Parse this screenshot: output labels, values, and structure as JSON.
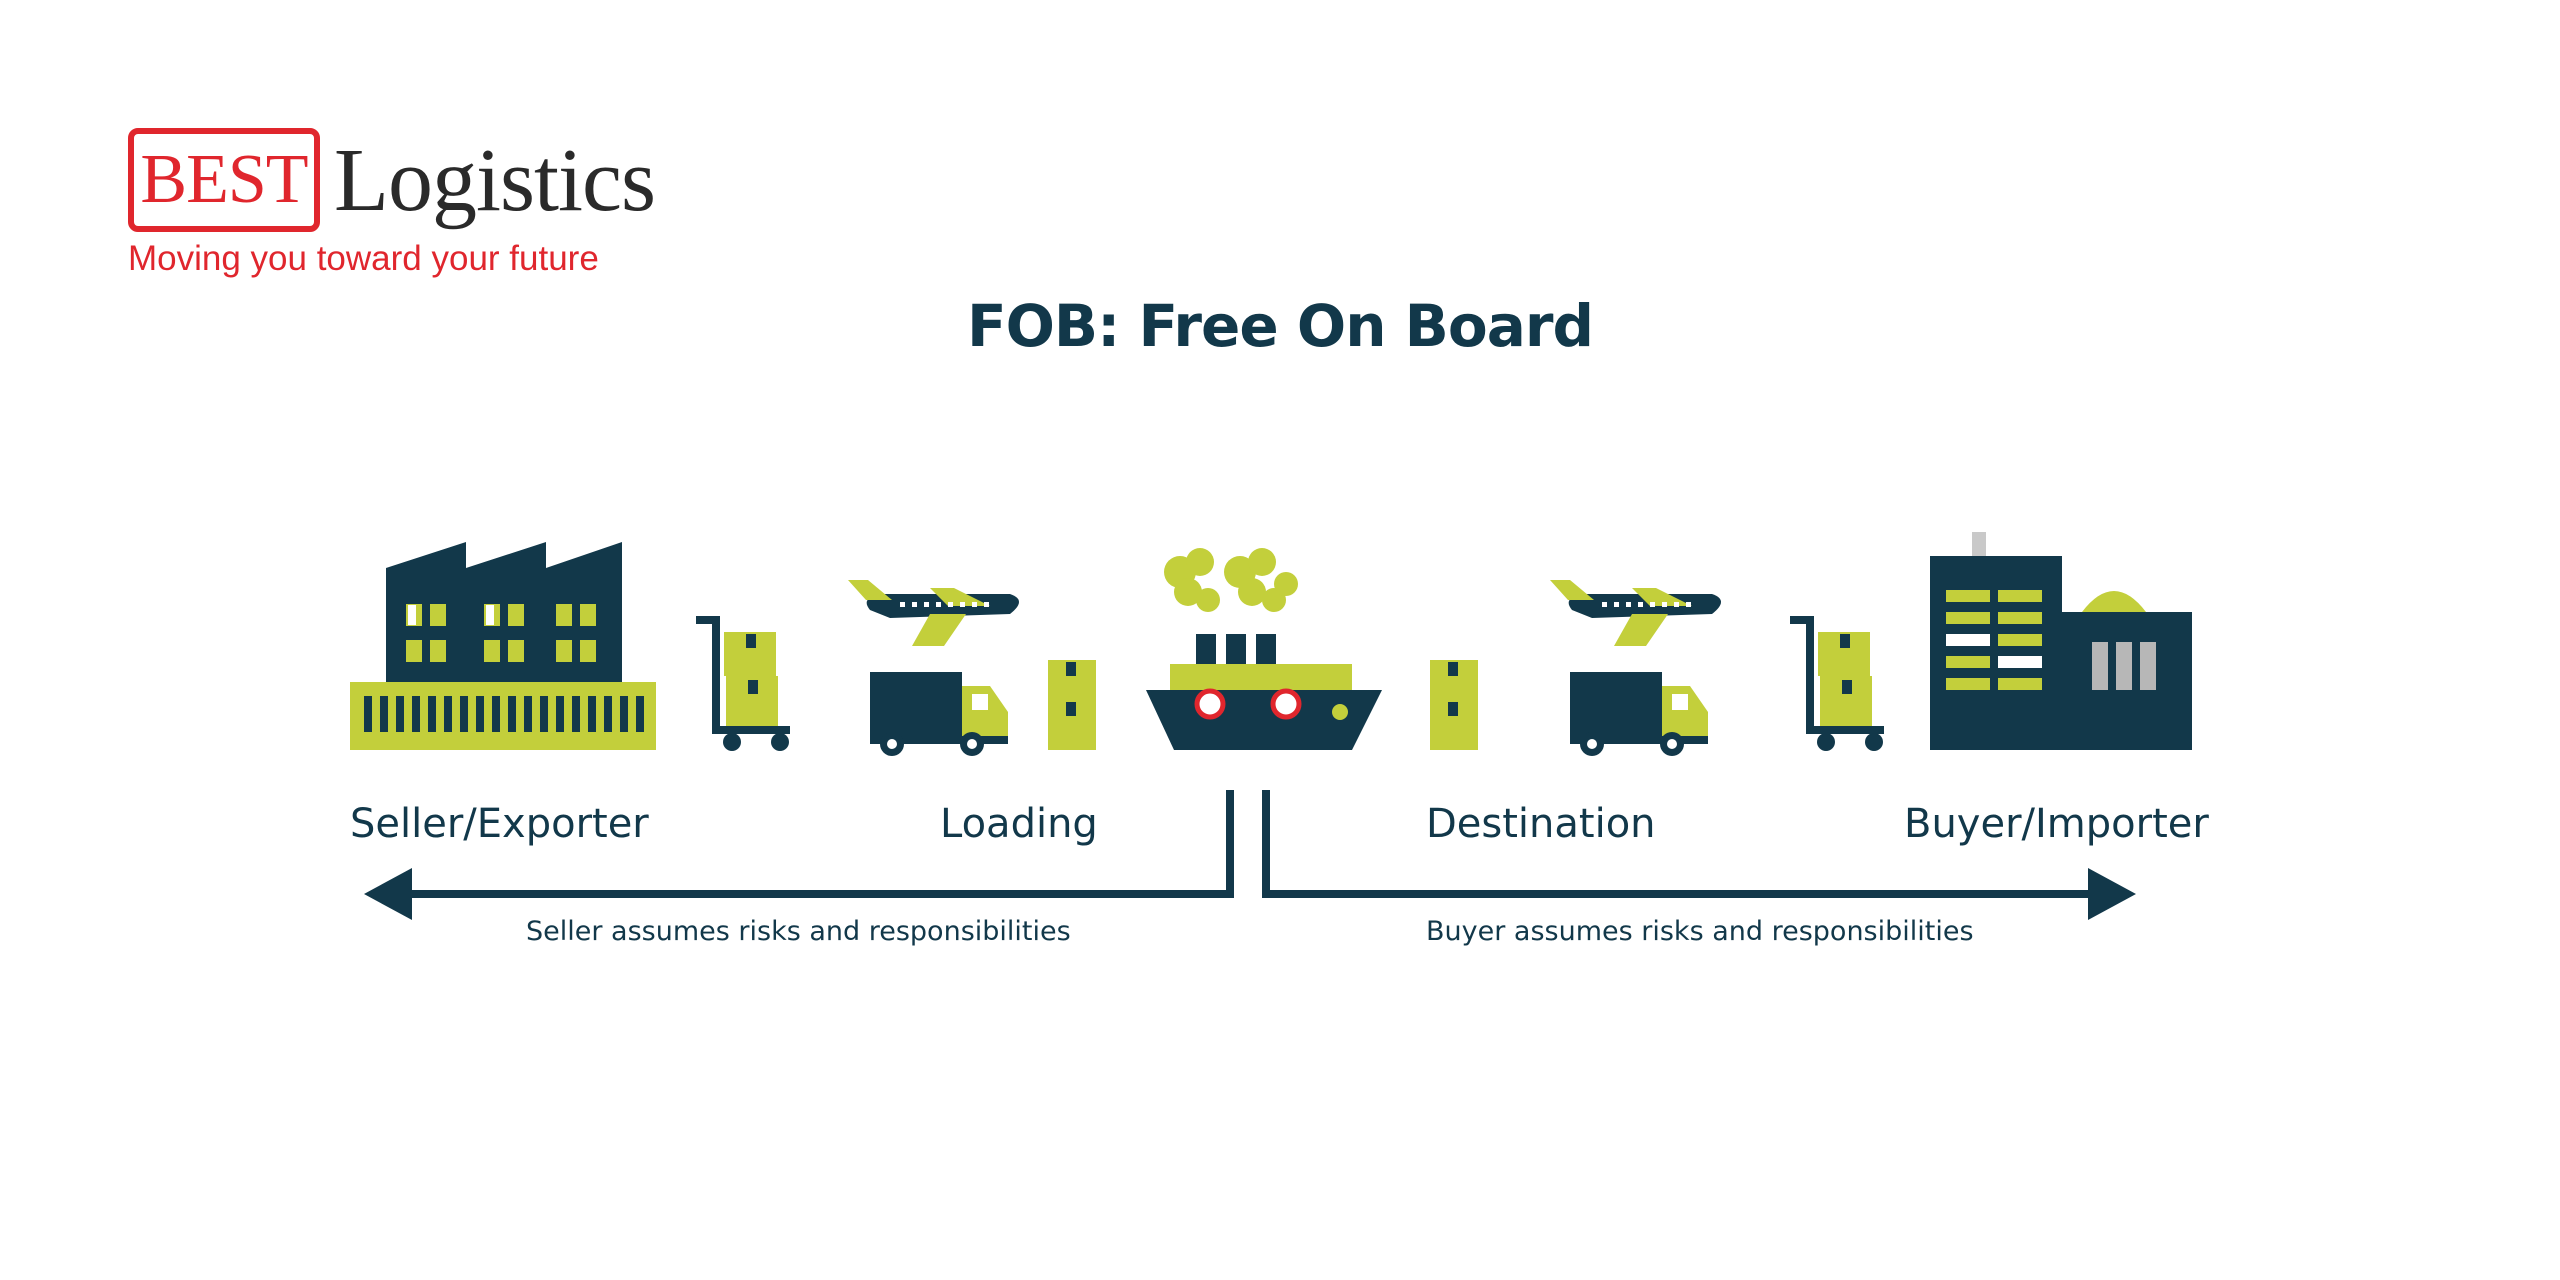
{
  "logo": {
    "box_text": "BEST",
    "name": "Logistics",
    "tagline": "Moving you toward your future"
  },
  "diagram": {
    "title": "FOB: Free On Board",
    "stages": [
      {
        "label": "Seller/Exporter"
      },
      {
        "label": "Loading"
      },
      {
        "label": "Destination"
      },
      {
        "label": "Buyer/Importer"
      }
    ],
    "seller_note": "Seller assumes risks and responsibilities",
    "buyer_note": "Buyer assumes risks and responsibilities"
  },
  "colors": {
    "navy": "#12384a",
    "lime": "#c3cf3b",
    "brand_red": "#e0262d"
  },
  "icons": [
    "factory-icon",
    "hand-truck-icon",
    "airplane-icon",
    "truck-icon",
    "package-icon",
    "cargo-ship-icon",
    "office-building-icon",
    "left-arrow-icon",
    "right-arrow-icon"
  ]
}
